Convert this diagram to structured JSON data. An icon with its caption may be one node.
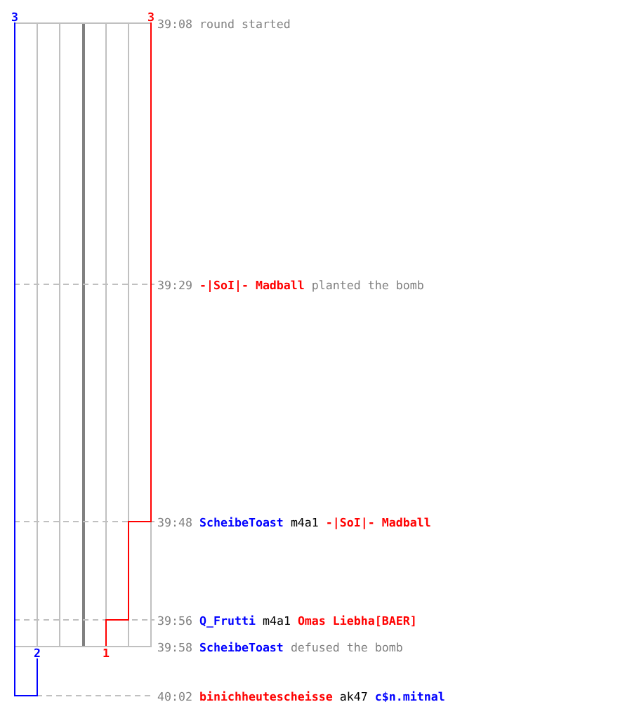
{
  "diagram": {
    "labels": [
      "3",
      "3",
      "39:08",
      "round started",
      "39:29",
      "-|SoI|- Madball",
      "planted the bomb",
      "39:48",
      "ScheibeToast",
      "m4a1",
      "-|SoI|- Madball",
      "39:56",
      "Q_Frutti",
      "m4a1",
      "Omas Liebha[BAER]",
      "2",
      "1",
      "39:58",
      "ScheibeToast",
      "defused the bomb",
      "40:02",
      "binichheutescheisse",
      "ak47",
      "c$n.mitnal"
    ]
  }
}
